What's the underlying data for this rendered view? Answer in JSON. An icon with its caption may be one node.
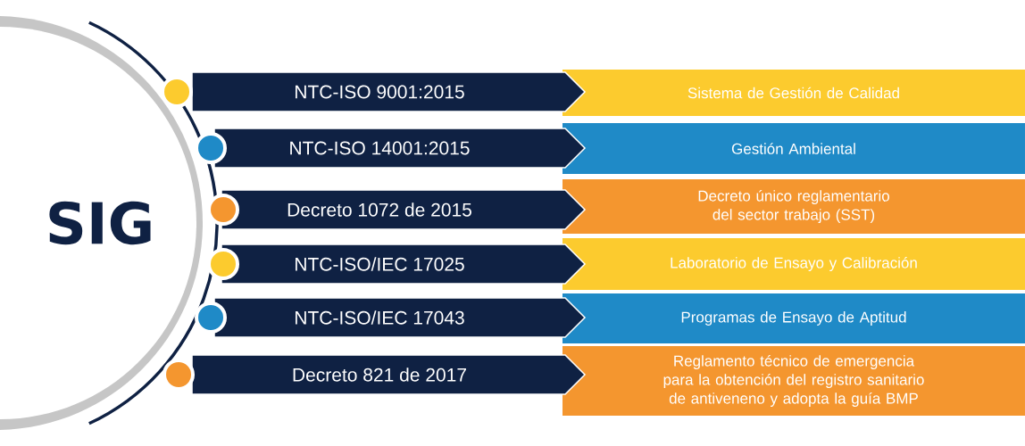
{
  "diagram": {
    "nodes": [
      {
        "text": [
          "SIG"
        ]
      },
      {
        "text": [
          "NTC-ISO 9001:2015"
        ]
      },
      {
        "text": [
          "NTC-ISO 14001:2015"
        ]
      },
      {
        "text": [
          "Decreto 1072 de 2015"
        ]
      },
      {
        "text": [
          "NTC-ISO/IEC 17025"
        ]
      },
      {
        "text": [
          "NTC-ISO/IEC 17043"
        ]
      },
      {
        "text": [
          "Decreto 821 de 2017"
        ]
      },
      {
        "text": [
          "Sistema de Gestión de Calidad"
        ]
      },
      {
        "text": [
          "Gestión Ambiental"
        ]
      },
      {
        "text": [
          "Decreto único reglamentario del sector trabajo (SST)"
        ]
      },
      {
        "text": [
          "Laboratorio de Ensayo y Calibración"
        ]
      },
      {
        "text": [
          "Programas de Ensayo de Aptitud"
        ]
      },
      {
        "text": [
          "Reglamento técnico de emergencia para la obtención del registro sanitario de antiveneno y adopta la guía BMP"
        ]
      }
    ],
    "edges": []
  }
}
